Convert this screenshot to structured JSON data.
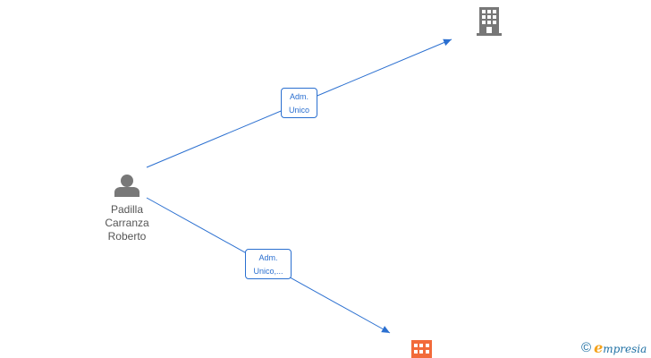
{
  "person": {
    "name_lines": [
      "Padilla",
      "Carranza",
      "Roberto"
    ],
    "icon": "person-icon"
  },
  "companies": [
    {
      "icon": "building-icon",
      "color": "#777777"
    },
    {
      "icon": "building-icon",
      "color": "#f26a3a"
    }
  ],
  "edges": [
    {
      "label_lines": [
        "Adm.",
        "Unico"
      ],
      "color": "#2a6fd0"
    },
    {
      "label_lines": [
        "Adm.",
        "Unico,..."
      ],
      "color": "#2a6fd0"
    }
  ],
  "branding": {
    "copyright_symbol": "©",
    "initial": "e",
    "rest": "mpresia"
  }
}
